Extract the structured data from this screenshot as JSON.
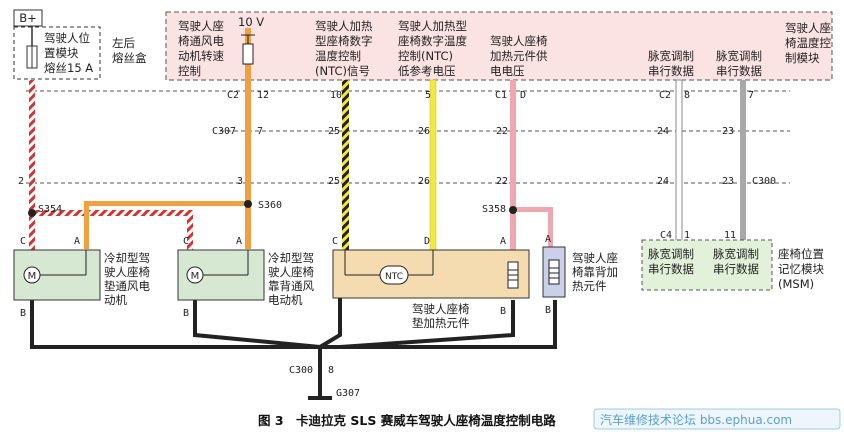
{
  "fuse": {
    "supply": "B+",
    "label": [
      "驾驶人位",
      "置模块",
      "熔丝15 A"
    ],
    "fuse_box": [
      "左后",
      "熔丝盒"
    ]
  },
  "module": {
    "title": [
      "驾驶人座",
      "椅温度控",
      "制模块"
    ],
    "fan_out": [
      "驾驶人座",
      "椅通风电",
      "动机转速",
      "控制"
    ],
    "fan_voltage": "10 V",
    "ntc_signal": [
      "驾驶人加热",
      "型座椅数字",
      "温度控制",
      "(NTC)信号"
    ],
    "ntc_ref": [
      "驾驶人加热型",
      "座椅数字温度",
      "控制(NTC)",
      "低参考电压"
    ],
    "heater_supply": [
      "驾驶人座椅",
      "加热元件供",
      "电电压"
    ],
    "pwm1": [
      "脉宽调制",
      "串行数据"
    ],
    "pwm2": [
      "脉宽调制",
      "串行数据"
    ]
  },
  "pins": {
    "c2": "C2",
    "p12": "12",
    "p10": "10",
    "p5": "5",
    "c1": "C1",
    "pD": "D",
    "c2b": "C2",
    "p8": "8",
    "p7": "7",
    "c307": "C307",
    "c307_7": "7",
    "p25a": "25",
    "p26a": "26",
    "p22a": "22",
    "p24a": "24",
    "p23a": "23",
    "p2": "2",
    "p3": "3",
    "p25b": "25",
    "p26b": "26",
    "p22b": "22",
    "p24b": "24",
    "p23b": "23",
    "c300": "C300",
    "c4": "C4",
    "p1": "1",
    "p11": "11",
    "s354": "S354",
    "s360": "S360",
    "s358": "S358",
    "pinC1": "C",
    "pinA1": "A",
    "pinB1": "B",
    "pinC2": "C",
    "pinA2": "A",
    "pinB2": "B",
    "pinC3": "C",
    "pinD3": "D",
    "pinA3": "A",
    "pinB3": "B",
    "pinA4": "A",
    "pinB4": "B",
    "gnd_conn": "C300",
    "gnd_pin": "8",
    "gnd": "G307"
  },
  "components": {
    "cushion_motor": [
      "冷却型驾",
      "驶人座椅",
      "垫通风电",
      "动机"
    ],
    "back_motor": [
      "冷却型驾",
      "驶人座椅",
      "靠背通风",
      "电动机"
    ],
    "ntc": "NTC",
    "cushion_heater": [
      "驾驶人座椅",
      "垫加热元件"
    ],
    "back_heater": [
      "驾驶人座",
      "椅靠背加",
      "热元件"
    ],
    "memory_module": [
      "座椅位置",
      "记忆模块",
      "(MSM)"
    ],
    "mem_pwm1": [
      "脉宽调制",
      "串行数据"
    ],
    "mem_pwm2": [
      "脉宽调制",
      "串行数据"
    ]
  },
  "caption": "图 3　卡迪拉克 SLS 赛威车驾驶人座椅温度控制电路",
  "watermark": "汽车维修技术论坛 bbs.ephua.com",
  "colors": {
    "module_fill": "#fbe3e3",
    "heater_fill": "#f5dcb0",
    "memory_fill": "#e2f1d9",
    "motor_fill": "#d6e8d2",
    "orange": "#f0a040",
    "red": "#d93030",
    "yellow": "#f3e840",
    "pink": "#f0a8b0",
    "gray": "#a8a8a8"
  }
}
